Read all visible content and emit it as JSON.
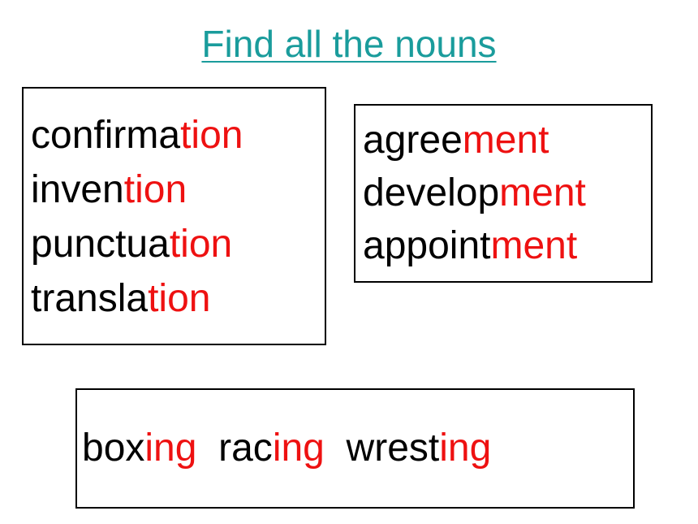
{
  "title": "Find all the nouns",
  "colors": {
    "title": "#1a9c9c",
    "suffix": "#ee1111",
    "text": "#000000"
  },
  "tion_box": {
    "words": [
      {
        "stem": "confirma",
        "suffix": "tion"
      },
      {
        "stem": "inven",
        "suffix": "tion"
      },
      {
        "stem": "punctua",
        "suffix": "tion"
      },
      {
        "stem": "transla",
        "suffix": "tion"
      }
    ]
  },
  "ment_box": {
    "words": [
      {
        "stem": "agree",
        "suffix": "ment"
      },
      {
        "stem": "develop",
        "suffix": "ment"
      },
      {
        "stem": "appoint",
        "suffix": "ment"
      }
    ]
  },
  "ing_box": {
    "words": [
      {
        "stem": "box",
        "suffix": "ing"
      },
      {
        "stem": "rac",
        "suffix": "ing"
      },
      {
        "stem": "wrest",
        "suffix": "ing"
      }
    ]
  }
}
